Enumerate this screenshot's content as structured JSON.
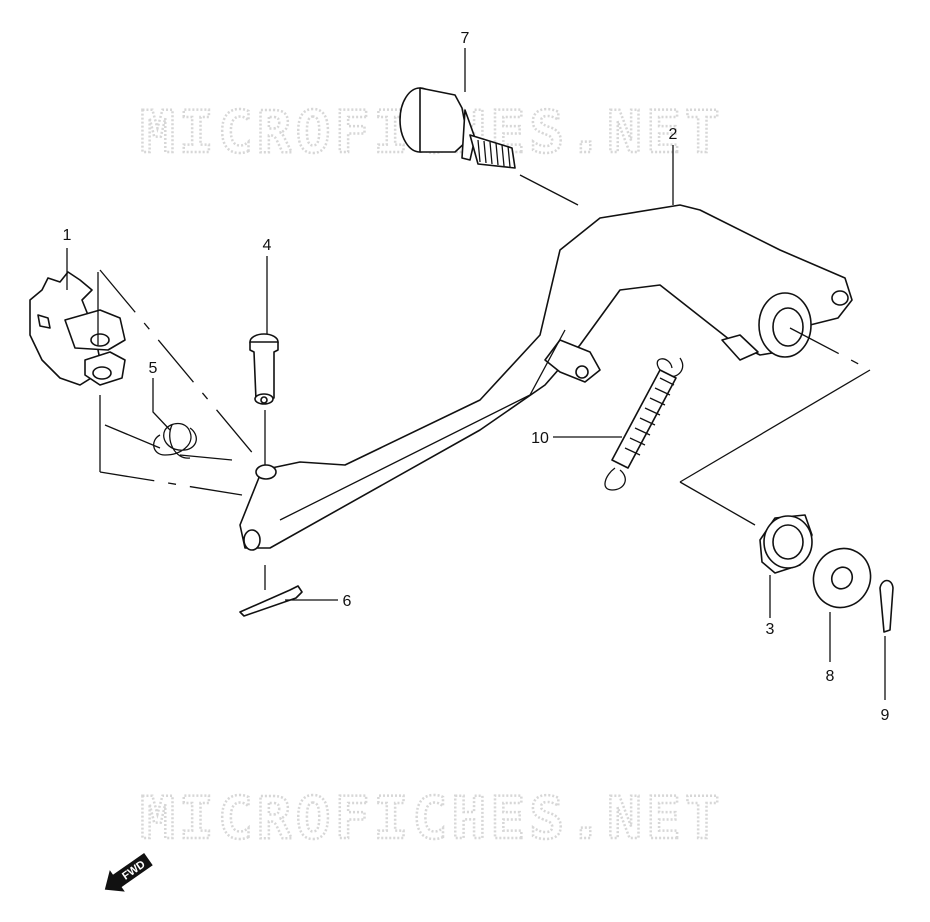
{
  "watermark": {
    "top": "MICROFICHES.NET",
    "bottom": "MICROFICHES.NET"
  },
  "callouts": [
    "1",
    "2",
    "3",
    "4",
    "5",
    "6",
    "7",
    "8",
    "9",
    "10"
  ],
  "fwd_label": "FWD"
}
